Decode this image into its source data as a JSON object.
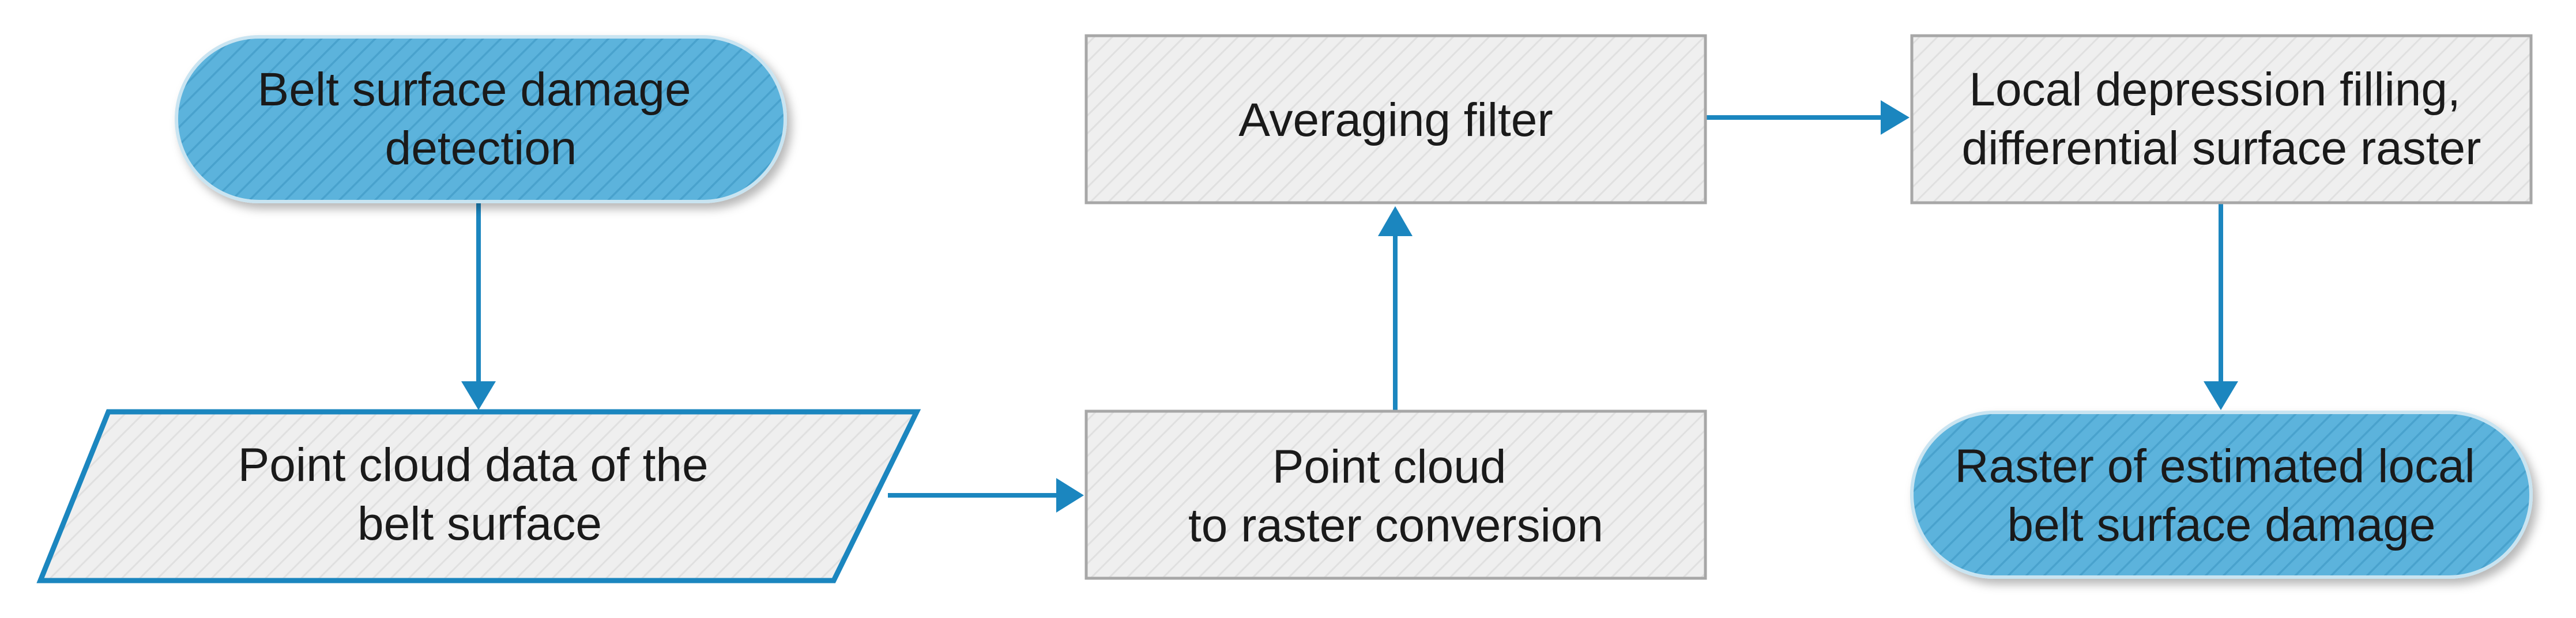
{
  "colors": {
    "terminal_fill": "#5bb3dc",
    "terminal_stripe": "#4aa2cd",
    "terminal_border": "#c9e4f1",
    "process_fill": "#efefef",
    "process_stripe": "#e0e0e0",
    "process_border": "#a7a7a7",
    "data_border": "#1b86bf",
    "connector": "#1b86bf",
    "text": "#1a1a1a"
  },
  "nodes": {
    "start": {
      "shape": "terminal",
      "lines": [
        "Belt surface damage",
        "detection"
      ]
    },
    "input_data": {
      "shape": "data",
      "lines": [
        "Point cloud data of the",
        "belt surface"
      ]
    },
    "conversion": {
      "shape": "process",
      "lines": [
        "Point cloud",
        "to raster conversion"
      ]
    },
    "filter": {
      "shape": "process",
      "lines": [
        "Averaging filter"
      ]
    },
    "filling": {
      "shape": "process",
      "lines": [
        "Local depression filling,",
        "differential surface raster"
      ]
    },
    "result": {
      "shape": "terminal",
      "lines": [
        "Raster of estimated local",
        "belt surface damage"
      ]
    }
  },
  "edges": [
    {
      "from": "start",
      "to": "input_data"
    },
    {
      "from": "input_data",
      "to": "conversion"
    },
    {
      "from": "conversion",
      "to": "filter"
    },
    {
      "from": "filter",
      "to": "filling"
    },
    {
      "from": "filling",
      "to": "result"
    }
  ]
}
